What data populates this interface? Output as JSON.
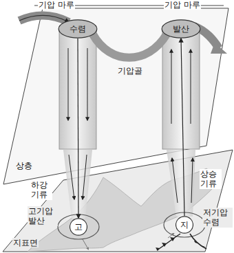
{
  "diagram": {
    "nodes": [
      {
        "text": [
          "수렴"
        ]
      },
      {
        "text": [
          "발산"
        ]
      },
      {
        "text": [
          "고"
        ]
      },
      {
        "text": [
          "지"
        ]
      }
    ],
    "edges": [
      {
        "from": 0,
        "to": 2,
        "arrow": "to"
      },
      {
        "from": 3,
        "to": 1,
        "arrow": "to"
      }
    ],
    "labels": [
      "기압 마루",
      "기압 마루",
      "기압골",
      "상층",
      "하강 기류",
      "상승 기류",
      "고기압 발산",
      "저기압 수렴",
      "지표면"
    ]
  }
}
